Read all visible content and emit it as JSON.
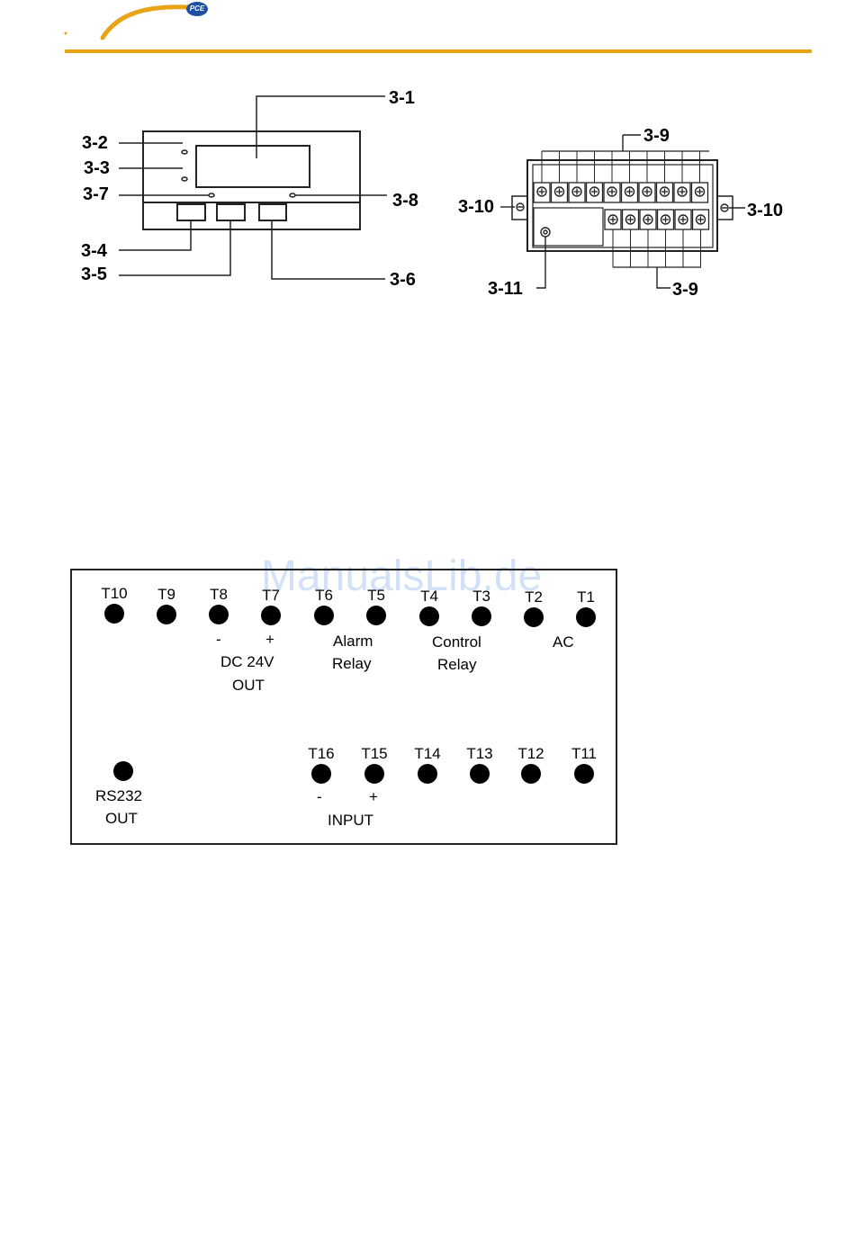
{
  "header": {
    "logo_text": "PCE",
    "rule_color": "#e8a317",
    "logo_color": "#1f4fa3",
    "swoosh_color": "#e8a317"
  },
  "front_panel": {
    "callouts": {
      "c31": "3-1",
      "c32": "3-2",
      "c33": "3-3",
      "c37": "3-7",
      "c38": "3-8",
      "c34": "3-4",
      "c35": "3-5",
      "c36": "3-6"
    }
  },
  "rear_panel": {
    "callouts": {
      "c39_top": "3-9",
      "c310_left": "3-10",
      "c310_right": "3-10",
      "c311": "3-11",
      "c39_bottom": "3-9"
    },
    "top_terminal_count": 10,
    "bottom_terminal_count": 6
  },
  "terminal_diagram": {
    "top_row": [
      "T10",
      "T9",
      "T8",
      "T7",
      "T6",
      "T5",
      "T4",
      "T3",
      "T2",
      "T1"
    ],
    "bottom_row": [
      "T16",
      "T15",
      "T14",
      "T13",
      "T12",
      "T11"
    ],
    "labels": {
      "minus_top": "-",
      "plus_top": "+",
      "dc24v": "DC 24V",
      "dc_out": "OUT",
      "alarm": "Alarm",
      "alarm_relay": "Relay",
      "control": "Control",
      "control_relay": "Relay",
      "ac": "AC",
      "rs232": "RS232",
      "rs232_out": "OUT",
      "minus_bottom": "-",
      "plus_bottom": "+",
      "input": "INPUT"
    }
  },
  "watermark": "ManualsLib.de"
}
